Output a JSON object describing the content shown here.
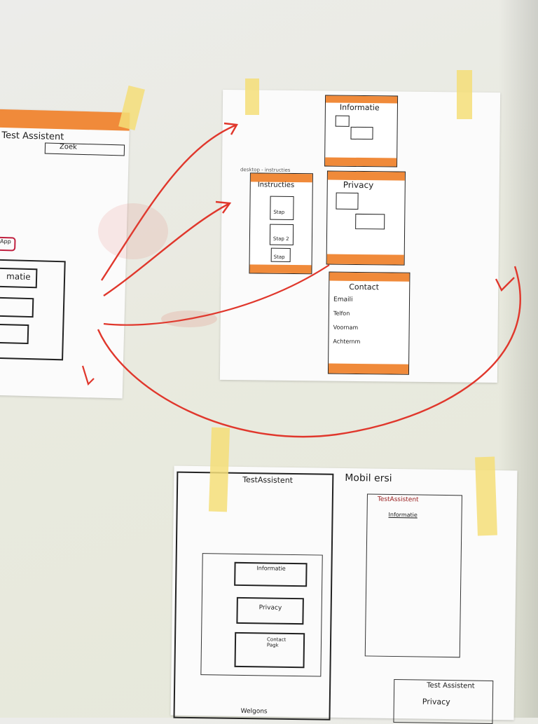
{
  "left_sheet": {
    "title": "Test Assistent",
    "search_label": "Zoek",
    "start_button": "t App",
    "menu_items": [
      "matie",
      "",
      ""
    ]
  },
  "center_sheet": {
    "caption": "desktop - instructies",
    "screen_informatie": "Informatie",
    "screen_instructies": "Instructies",
    "step_labels": [
      "Stap",
      "Stap 2",
      "Stap"
    ],
    "screen_privacy": "Privacy",
    "screen_contact": "Contact",
    "contact_fields": [
      "Emaili",
      "Telfon",
      "Voornam",
      "Achternm"
    ]
  },
  "bottom_sheet": {
    "desktop_title": "TestAssistent",
    "mobile_heading": "Mobil ersi",
    "mobile_title": "TestAssistent",
    "mobile_section": "Informatie",
    "cards": [
      "Informatie",
      "Privacy",
      "Contact Pagk"
    ],
    "bottom_title": "Test Assistent",
    "bottom_section": "Privacy",
    "footer_text": "Welgons"
  },
  "colors": {
    "orange_bar": "#f08a3a",
    "red_marker": "#e0372c",
    "ink": "#1c1c1c",
    "tape": "#f4de78"
  }
}
